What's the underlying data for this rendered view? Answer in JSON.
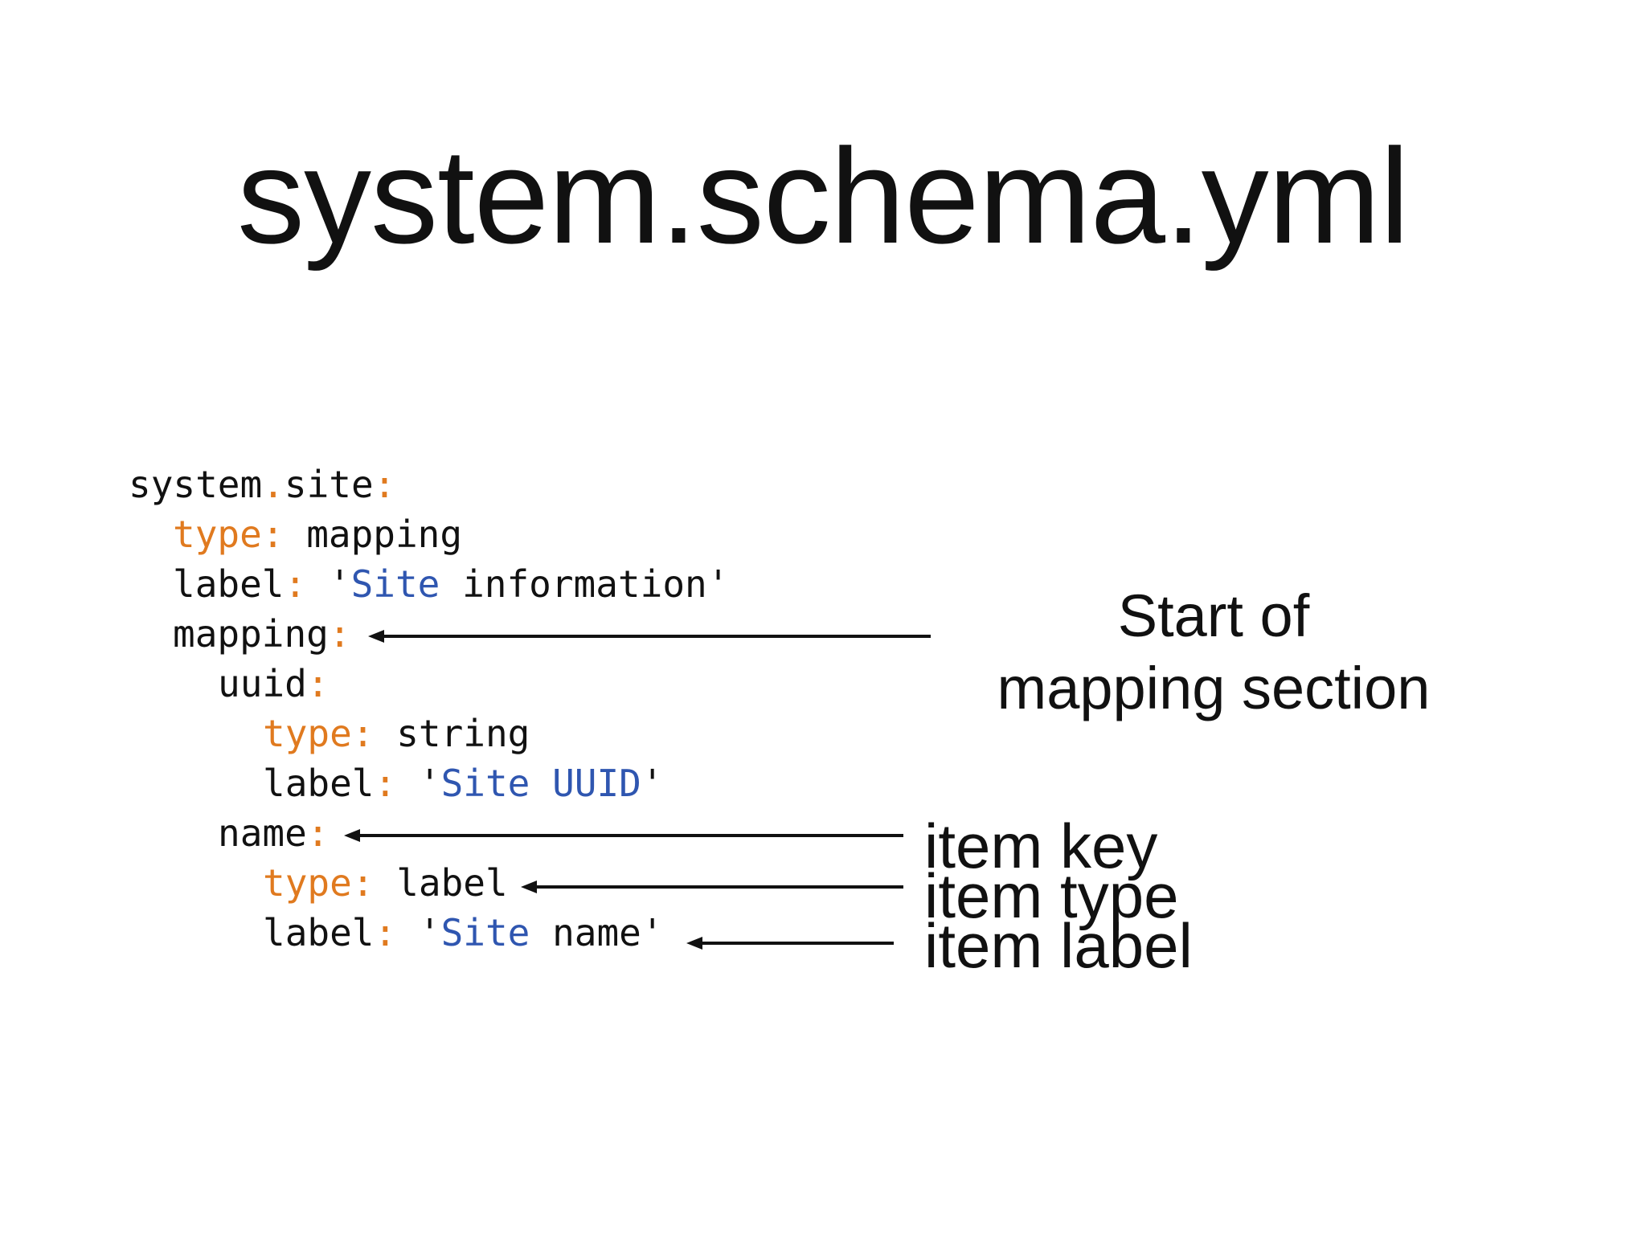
{
  "title": "system.schema.yml",
  "code": {
    "line1": {
      "key": "system",
      "dot": ".",
      "key2": "site",
      "colon": ":"
    },
    "line2": {
      "key": "type",
      "colon": ":",
      "value": "mapping"
    },
    "line3": {
      "key": "label",
      "colon": ":",
      "q1": "'",
      "word1": "Site",
      "rest": " information'"
    },
    "line4": {
      "key": "mapping",
      "colon": ":"
    },
    "line5": {
      "key": "uuid",
      "colon": ":"
    },
    "line6": {
      "key": "type",
      "colon": ":",
      "value": "string"
    },
    "line7": {
      "key": "label",
      "colon": ":",
      "q1": "'",
      "word1": "Site",
      "word2": "UUID",
      "q2": "'"
    },
    "line8": {
      "key": "name",
      "colon": ":"
    },
    "line9": {
      "key": "type",
      "colon": ":",
      "value": "label"
    },
    "line10": {
      "key": "label",
      "colon": ":",
      "q1": "'",
      "word1": "Site",
      "rest": " name'"
    }
  },
  "annotations": {
    "mapping_line1": "Start of",
    "mapping_line2": "mapping section",
    "item_key": "item key",
    "item_type": "item type",
    "item_label": "item label"
  },
  "colors": {
    "keyword": "#e07a1f",
    "string_highlight": "#2f56b0",
    "text": "#111111"
  }
}
